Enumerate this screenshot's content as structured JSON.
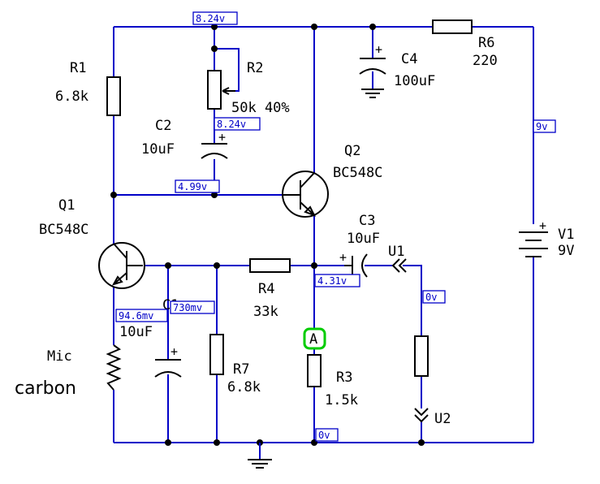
{
  "components": {
    "r1": {
      "name": "R1",
      "value": "6.8k"
    },
    "r2": {
      "name": "R2",
      "value": "50k 40%"
    },
    "c2": {
      "name": "C2",
      "value": "10uF"
    },
    "c4": {
      "name": "C4",
      "value": "100uF"
    },
    "r6": {
      "name": "R6",
      "value": "220"
    },
    "q1": {
      "name": "Q1",
      "value": "BC548C"
    },
    "q2": {
      "name": "Q2",
      "value": "BC548C"
    },
    "c3": {
      "name": "C3",
      "value": "10uF"
    },
    "u1": {
      "name": "U1"
    },
    "u2": {
      "name": "U2"
    },
    "v1": {
      "name": "V1",
      "value": "9V"
    },
    "r4": {
      "name": "R4",
      "value": "33k"
    },
    "c1": {
      "name": "C1",
      "value": "10uF"
    },
    "r7": {
      "name": "R7",
      "value": "6.8k"
    },
    "r3": {
      "name": "R3",
      "value": "1.5k"
    },
    "mic": {
      "name": "Mic",
      "value": "carbon"
    }
  },
  "probes": {
    "top_rail": "8.24v",
    "r2_wiper": "8.24v",
    "q2_base": "4.99v",
    "supply": "9v",
    "q2_emitter": "4.31v",
    "u1_node": "0v",
    "q1_emitter": "94.6mv",
    "q1_collector": "730mv",
    "ground": "0v"
  },
  "meter": {
    "label": "A"
  },
  "colors": {
    "wire": "#0000c8",
    "component": "#000000",
    "meter_ring": "#00cc00",
    "background": "#ffffff"
  }
}
